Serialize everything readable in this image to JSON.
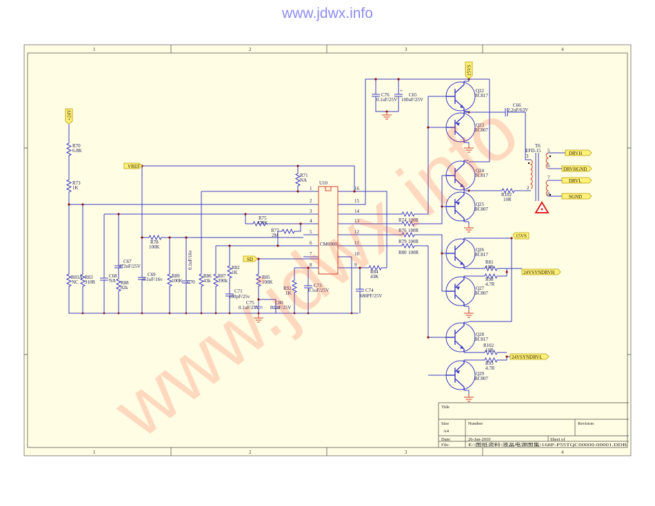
{
  "watermark_top": "www.jdwx.info",
  "watermark_diagonal": "www.jdwx.info",
  "zones": [
    "1",
    "2",
    "3",
    "4"
  ],
  "ports": {
    "p24v": "+24V",
    "vref": "VREF",
    "sd": "SD",
    "p15vs_top": "15VS",
    "p15vs_mid": "15VS",
    "drvh": "DRVH",
    "drvhgnd": "DRVHGND",
    "drvl": "DRVL",
    "sgnd": "SGND",
    "syn_h": "24VSYNDRVH",
    "syn_l": "24VSYNDRVL"
  },
  "ic": {
    "ref": "U10",
    "part": "CM6900",
    "left_pins": [
      "1",
      "2",
      "3",
      "4",
      "5",
      "6",
      "7",
      "8"
    ],
    "right_pins": [
      "16",
      "15",
      "14",
      "13",
      "12",
      "11",
      "10",
      "9"
    ]
  },
  "components": {
    "R70": {
      "ref": "R70",
      "val": "6.8K"
    },
    "R73": {
      "ref": "R73",
      "val": "1K"
    },
    "R83A": {
      "ref": "R83A",
      "val": "NC"
    },
    "R83": {
      "ref": "R83",
      "val": "910R"
    },
    "C68": {
      "ref": "C68",
      "val": "NA"
    },
    "C67": {
      "ref": "C67",
      "val": "472nF/25V"
    },
    "R88": {
      "ref": "R88",
      "val": "82k"
    },
    "C69": {
      "ref": "C69",
      "val": "0.1uF/16v"
    },
    "R78": {
      "ref": "R78",
      "val": "100K"
    },
    "R89": {
      "ref": "R89",
      "val": "100K"
    },
    "C70": {
      "ref": "C70",
      "val": "0.1uF/16v"
    },
    "R86": {
      "ref": "R86",
      "val": "43k"
    },
    "R87": {
      "ref": "R87",
      "val": "390k"
    },
    "R82": {
      "ref": "R82",
      "val": "1K"
    },
    "C71": {
      "ref": "C71",
      "val": "100pF/25v"
    },
    "R71": {
      "ref": "R71",
      "val": "NA"
    },
    "R75": {
      "ref": "R75",
      "val": "470K"
    },
    "R77": {
      "ref": "R77",
      "val": "2M"
    },
    "R85": {
      "ref": "R85",
      "val": "100K"
    },
    "C75": {
      "ref": "C75",
      "val": "0.1uF/25V"
    },
    "C80": {
      "ref": "C80",
      "val": "0.1uF/25V"
    },
    "R92": {
      "ref": "R92",
      "val": "1K"
    },
    "C73": {
      "ref": "C73",
      "val": "0.1uF/25V"
    },
    "R84": {
      "ref": "R84",
      "val": "43K"
    },
    "C74": {
      "ref": "C74",
      "val": "680PF/25V"
    },
    "R74": {
      "ref": "R74",
      "val": "100R"
    },
    "R76": {
      "ref": "R76",
      "val": "100R"
    },
    "R79": {
      "ref": "R79",
      "val": "100R"
    },
    "R80": {
      "ref": "R80",
      "val": "100R"
    },
    "C76": {
      "ref": "C76",
      "val": "0.1uF/25V"
    },
    "C65": {
      "ref": "C65",
      "val": "100uF/25V"
    },
    "C66": {
      "ref": "C66",
      "val": "2.2uF/63V"
    },
    "T6": {
      "ref": "T6",
      "val": "EFD-15"
    },
    "R102a": {
      "ref": "R102",
      "val": "10R"
    },
    "Q22": {
      "ref": "Q22",
      "val": "BC817"
    },
    "Q23": {
      "ref": "Q23",
      "val": "BC807"
    },
    "Q24": {
      "ref": "Q24",
      "val": "BC817"
    },
    "Q25": {
      "ref": "Q25",
      "val": "BC807"
    },
    "Q26": {
      "ref": "Q26",
      "val": "BC817"
    },
    "Q27": {
      "ref": "Q27",
      "val": "BC807"
    },
    "Q28": {
      "ref": "Q28",
      "val": "BC817"
    },
    "Q29": {
      "ref": "Q29",
      "val": "BC807"
    },
    "R81": {
      "ref": "R81",
      "val": "10R"
    },
    "R98": {
      "ref": "R98",
      "val": "4.7R"
    },
    "R102b": {
      "ref": "R102",
      "val": "10R"
    },
    "R93": {
      "ref": "R93",
      "val": "4.7R"
    }
  },
  "transformer_pins": [
    "3",
    "2",
    "5",
    "6",
    "7",
    "8"
  ],
  "title_block": {
    "title_label": "Title",
    "size_label": "Size",
    "size_value": "A4",
    "number_label": "Number",
    "revision_label": "Revision",
    "date_label": "Date:",
    "date_value": "26-Jan-2010",
    "sheet_label": "Sheet   of",
    "file_label": "File:",
    "file_value": "E:\\图纸资料\\液晶电源图集\\168P-P55TQC00000-00001.DDB"
  }
}
